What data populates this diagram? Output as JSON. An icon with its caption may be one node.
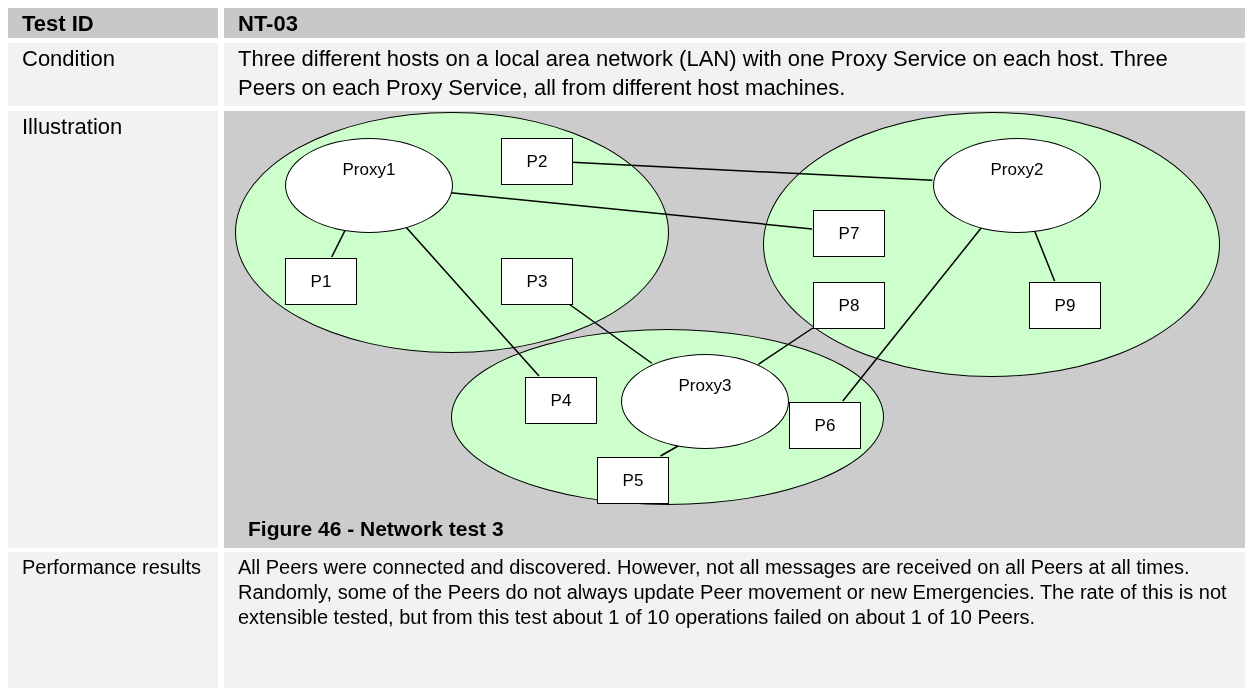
{
  "diagram": {
    "caption": "Figure 46 - Network test 3",
    "nodes": [
      {
        "text": [],
        "shape": "ellipse"
      },
      {
        "text": [
          "Proxy1"
        ],
        "in": 0
      },
      {
        "text": [
          "P2"
        ],
        "in": 0
      },
      {
        "text": [
          "P1"
        ],
        "in": 0
      },
      {
        "text": [
          "P3"
        ],
        "in": 0
      },
      {
        "text": [],
        "shape": "ellipse"
      },
      {
        "text": [
          "Proxy2"
        ],
        "in": 5
      },
      {
        "text": [
          "P7"
        ],
        "in": 5
      },
      {
        "text": [
          "P8"
        ],
        "in": 5
      },
      {
        "text": [
          "P9"
        ],
        "in": 5
      },
      {
        "text": [],
        "shape": "ellipse"
      },
      {
        "text": [
          "P4"
        ],
        "in": 10
      },
      {
        "text": [
          "Proxy3"
        ],
        "in": 10
      },
      {
        "text": [
          "P6"
        ],
        "in": 10
      },
      {
        "text": [
          "P5"
        ],
        "in": 10
      }
    ],
    "edges": [
      {
        "from": 1,
        "to": 3,
        "arrow": "none"
      },
      {
        "from": 1,
        "to": 7,
        "arrow": "none"
      },
      {
        "from": 1,
        "to": 11,
        "arrow": "none"
      },
      {
        "from": 2,
        "to": 6,
        "arrow": "none"
      },
      {
        "from": 6,
        "to": 9,
        "arrow": "none"
      },
      {
        "from": 6,
        "to": 13,
        "arrow": "none"
      },
      {
        "from": 4,
        "to": 12,
        "arrow": "none"
      },
      {
        "from": 12,
        "to": 8,
        "arrow": "none"
      },
      {
        "from": 12,
        "to": 14,
        "arrow": "none"
      }
    ],
    "labels": [
      "Test ID",
      "NT-03",
      "Condition",
      "Three different hosts on a local area network (LAN) with one Proxy Service on each host. Three Peers on each Proxy Service, all from different host machines.",
      "Illustration",
      "Performance results",
      "All Peers were connected and discovered. However, not all messages are received on all Peers at all times. Randomly, some of the Peers do not always update Peer movement or new Emergencies. The rate of this is not extensible tested, but from this test about 1 of 10 operations failed on about 1 of 10 Peers."
    ]
  }
}
